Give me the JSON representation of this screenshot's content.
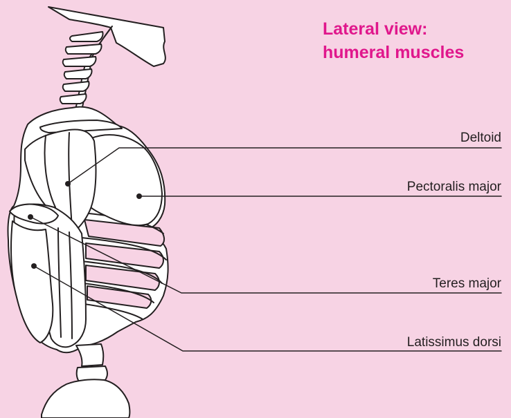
{
  "title": [
    "Lateral view:",
    "humeral muscles"
  ],
  "labels": {
    "deltoid": "Deltoid",
    "pectoralis_major": "Pectoralis major",
    "teres_major": "Teres major",
    "latissimus_dorsi": "Latissimus dorsi"
  },
  "colors": {
    "background": "#f7d3e4",
    "title": "#e0178c",
    "outline": "#231f20",
    "fill": "#ffffff"
  }
}
